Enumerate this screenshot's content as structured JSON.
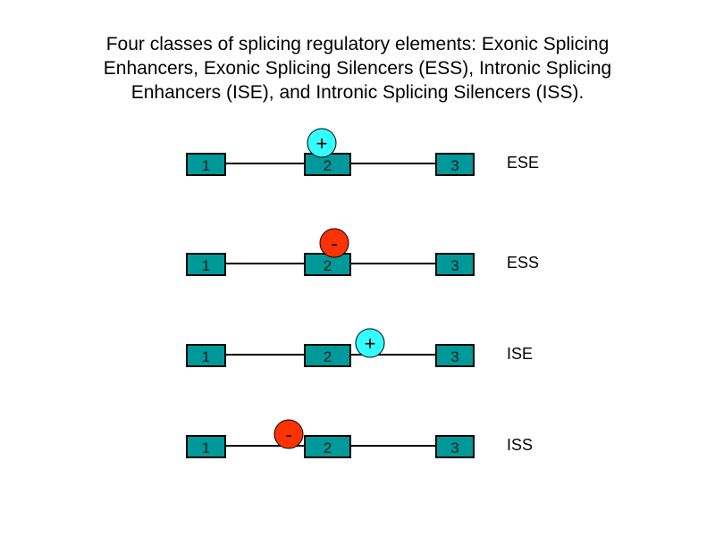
{
  "title": {
    "line1": "Four classes of splicing regulatory elements: Exonic Splicing",
    "line2": "Enhancers, Exonic Splicing Silencers (ESS), Intronic Splicing",
    "line3": "Enhancers (ISE), and Intronic Splicing Silencers (ISS)."
  },
  "colors": {
    "exon": "#009999",
    "enhancer": "#33ffff",
    "silencer": "#ff3300"
  },
  "rows": [
    {
      "label": "ESE",
      "exons": [
        "1",
        "2",
        "3"
      ],
      "sign": "+",
      "type": "enhancer"
    },
    {
      "label": "ESS",
      "exons": [
        "1",
        "2",
        "3"
      ],
      "sign": "-",
      "type": "silencer"
    },
    {
      "label": "ISE",
      "exons": [
        "1",
        "2",
        "3"
      ],
      "sign": "+",
      "type": "enhancer"
    },
    {
      "label": "ISS",
      "exons": [
        "1",
        "2",
        "3"
      ],
      "sign": "-",
      "type": "silencer"
    }
  ]
}
